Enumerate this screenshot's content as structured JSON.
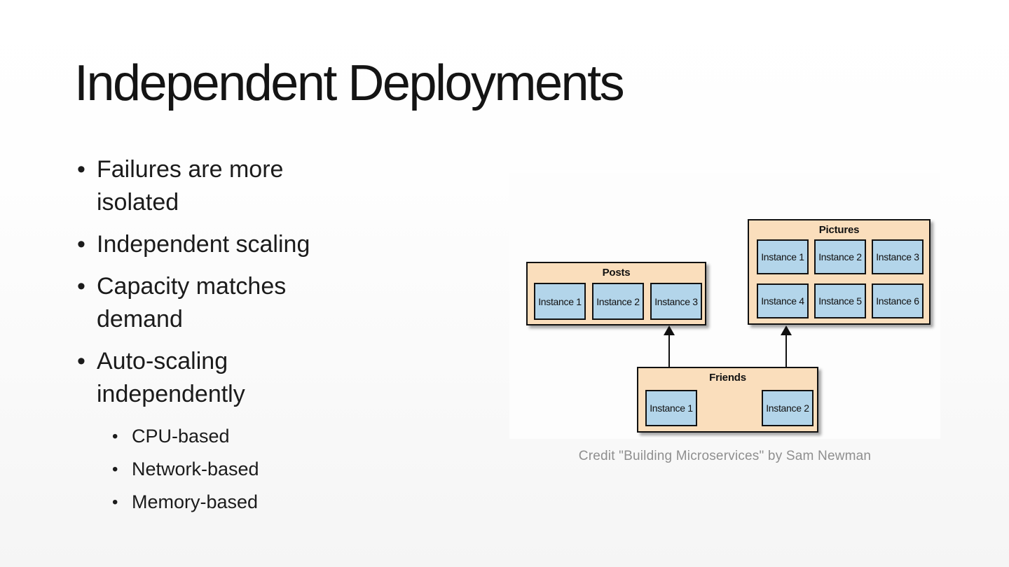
{
  "slide": {
    "title": "Independent Deployments",
    "bullets": [
      {
        "text": "Failures are more isolated"
      },
      {
        "text": "Independent scaling"
      },
      {
        "text": "Capacity matches demand"
      },
      {
        "text": "Auto-scaling independently",
        "sub": [
          "CPU-based",
          "Network-based",
          "Memory-based"
        ]
      }
    ],
    "credit": "Credit \"Building Microservices\" by Sam Newman"
  },
  "diagram": {
    "services": [
      {
        "name": "Posts",
        "instances": [
          "Instance 1",
          "Instance 2",
          "Instance 3"
        ]
      },
      {
        "name": "Pictures",
        "instances": [
          "Instance 1",
          "Instance 2",
          "Instance 3",
          "Instance 4",
          "Instance 5",
          "Instance 6"
        ]
      },
      {
        "name": "Friends",
        "instances": [
          "Instance 1",
          "Instance 2"
        ]
      }
    ],
    "connections": [
      {
        "from": "Friends",
        "to": "Posts"
      },
      {
        "from": "Friends",
        "to": "Pictures"
      }
    ],
    "colors": {
      "service_fill": "#fadebc",
      "instance_fill": "#b3d5ea",
      "border": "#111111",
      "credit_text": "#8f8f8f"
    }
  }
}
